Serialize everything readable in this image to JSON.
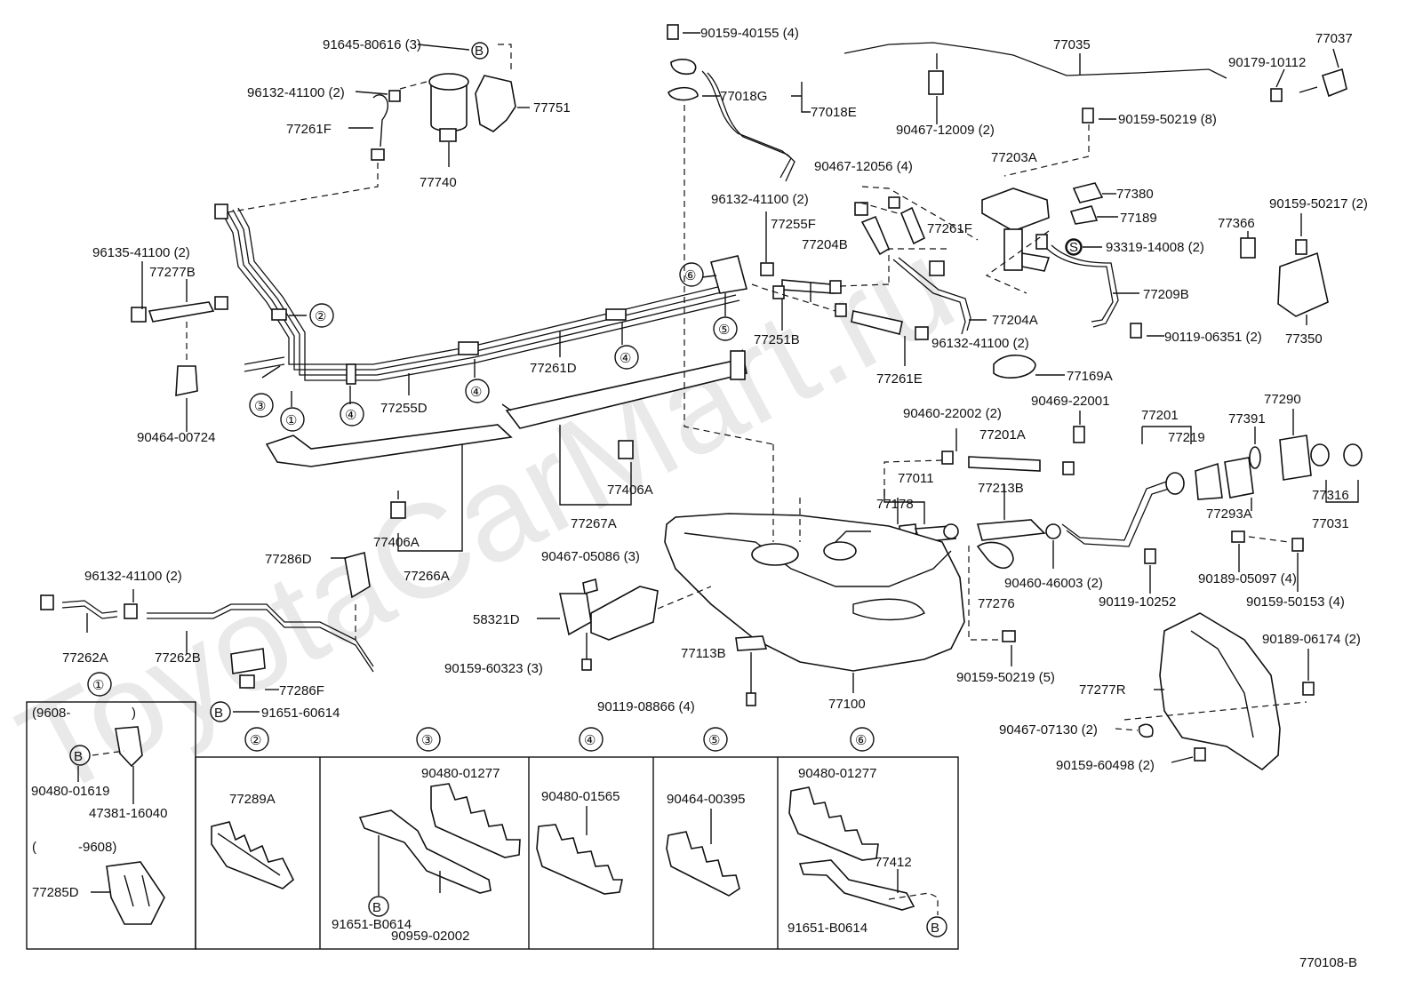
{
  "watermark": "ToyotaCarMart.ru",
  "diagram_code": "770108-B",
  "labels": {
    "p91645": "91645-80616 (3)",
    "p96132a": "96132-41100 (2)",
    "p77261F_a": "77261F",
    "p77740": "77740",
    "p77751": "77751",
    "p96135": "96135-41100 (2)",
    "p77277B": "77277B",
    "p90464_724": "90464-00724",
    "p77255D": "77255D",
    "p77261D": "77261D",
    "p90159_40155": "90159-40155 (4)",
    "p77018G": "77018G",
    "p77018E": "77018E",
    "p96132b": "96132-41100 (2)",
    "p77255F": "77255F",
    "p77251B": "77251B",
    "p90467_12056": "90467-12056 (4)",
    "p77204B": "77204B",
    "p77261F_b": "77261F",
    "p77204A": "77204A",
    "p96132c": "96132-41100 (2)",
    "p77261E": "77261E",
    "p77035": "77035",
    "p90467_12009": "90467-12009 (2)",
    "p90179": "90179-10112",
    "p77037": "77037",
    "p90159_50219_8": "90159-50219 (8)",
    "p77203A": "77203A",
    "p77380": "77380",
    "p77189": "77189",
    "p93319": "93319-14008 (2)",
    "p77209B": "77209B",
    "p90119_06351": "90119-06351 (2)",
    "p77169A": "77169A",
    "p90159_50217": "90159-50217 (2)",
    "p77366": "77366",
    "p77350": "77350",
    "p77267A": "77267A",
    "p77406A_a": "77406A",
    "p77406A_b": "77406A",
    "p77266A": "77266A",
    "p90460_22002": "90460-22002 (2)",
    "p90469": "90469-22001",
    "p77201A": "77201A",
    "p77201": "77201",
    "p77219": "77219",
    "p77391": "77391",
    "p77290": "77290",
    "p77011": "77011",
    "p77178": "77178",
    "p77213B": "77213B",
    "p77316": "77316",
    "p77293A": "77293A",
    "p77031": "77031",
    "p90467_05086": "90467-05086 (3)",
    "p58321D": "58321D",
    "p90159_60323": "90159-60323 (3)",
    "p77276": "77276",
    "p90460_46003": "90460-46003 (2)",
    "p90119_10252": "90119-10252",
    "p90189_05097": "90189-05097 (4)",
    "p90159_50153": "90159-50153 (4)",
    "p77113B": "77113B",
    "p90119_08866": "90119-08866 (4)",
    "p77100": "77100",
    "p90159_50219_5": "90159-50219 (5)",
    "p90189_06174": "90189-06174 (2)",
    "p77277R": "77277R",
    "p90467_07130": "90467-07130 (2)",
    "p90159_60498": "90159-60498 (2)",
    "p96132d": "96132-41100 (2)",
    "p77286D": "77286D",
    "p77262A": "77262A",
    "p77262B": "77262B",
    "p77286F": "77286F",
    "p91651_60614": "91651-60614"
  },
  "markers": {
    "c1": "①",
    "c2": "②",
    "c3": "③",
    "c4": "④",
    "c5": "⑤",
    "c6": "⑥",
    "B": "B",
    "S": "S"
  },
  "insets": {
    "i1": {
      "num": "①",
      "date_a": "(9608-",
      "date_a_end": ")",
      "b": "B",
      "p1": "90480-01619",
      "p2": "47381-16040",
      "date_b": "(",
      "date_b_end": "-9608)",
      "p3": "77285D"
    },
    "i2": {
      "num": "②",
      "p1": "77289A"
    },
    "i3": {
      "num": "③",
      "p1": "90480-01277",
      "b": "B",
      "p2": "91651-B0614",
      "p3": "90959-02002"
    },
    "i4": {
      "num": "④",
      "p1": "90480-01565"
    },
    "i5": {
      "num": "⑤",
      "p1": "90464-00395"
    },
    "i6": {
      "num": "⑥",
      "p1": "90480-01277",
      "p2": "77412",
      "p3": "91651-B0614",
      "b": "B"
    }
  }
}
